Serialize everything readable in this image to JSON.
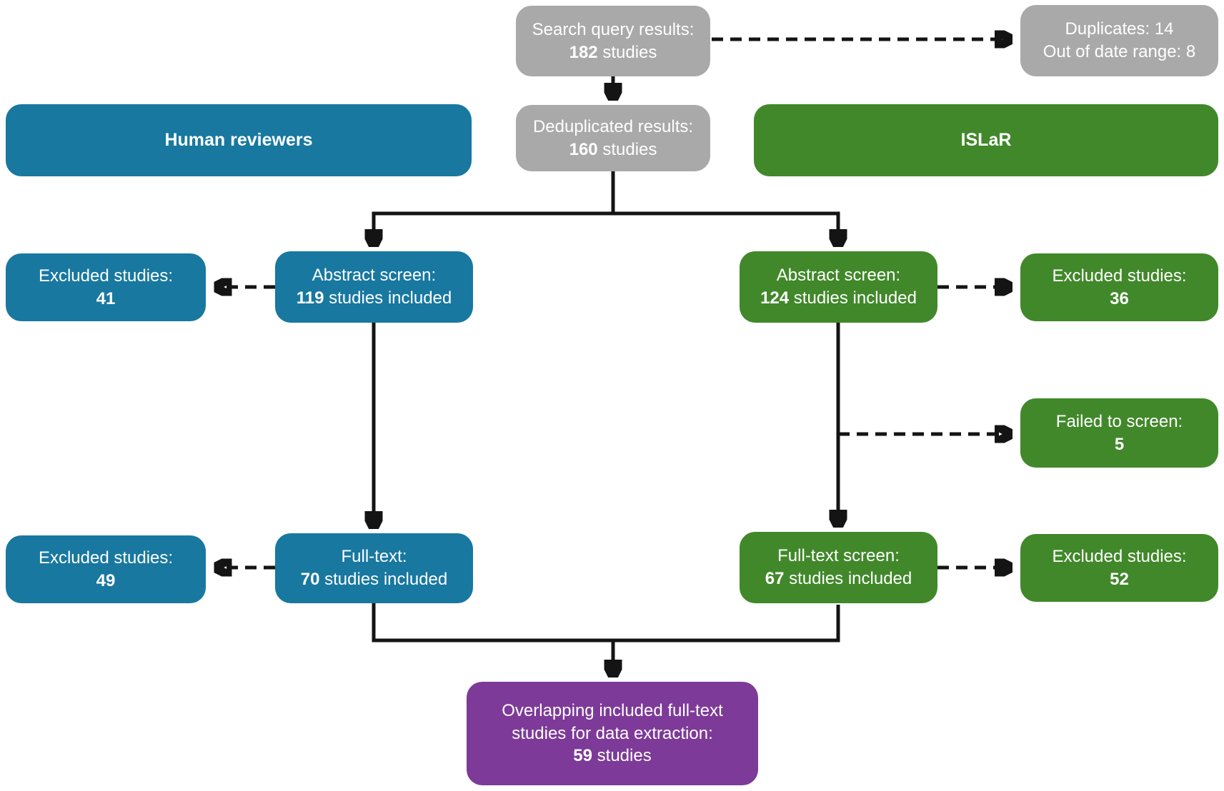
{
  "figure": {
    "description": "Study screening flow diagram comparing human reviewers and ISLaR"
  },
  "colors": {
    "gray_box": "#a9a9a9",
    "blue_box": "#1878a0",
    "green_box": "#41882a",
    "purple_box": "#7d3a98",
    "line": "#141414",
    "text": "#ffffff"
  },
  "boxes": {
    "search": {
      "title": "Search query results:",
      "value": "182",
      "suffix": "studies"
    },
    "duplicates": {
      "line1": "Duplicates: 14",
      "line2": "Out of date range: 8"
    },
    "human_header": {
      "label": "Human reviewers"
    },
    "islar_header": {
      "label": "ISLaR"
    },
    "dedup": {
      "title": "Deduplicated results:",
      "value": "160",
      "suffix": "studies"
    },
    "abstract_left": {
      "title": "Abstract screen:",
      "value": "119",
      "suffix": "studies included"
    },
    "excluded_abstract_left": {
      "title": "Excluded studies:",
      "value": "41"
    },
    "abstract_right": {
      "title": "Abstract screen:",
      "value": "124",
      "suffix": "studies included"
    },
    "excluded_abstract_right": {
      "title": "Excluded studies:",
      "value": "36"
    },
    "failed_screen": {
      "title": "Failed to screen:",
      "value": "5"
    },
    "fulltext_left": {
      "title": "Full-text:",
      "value": "70",
      "suffix": "studies included"
    },
    "excluded_fulltext_left": {
      "title": "Excluded studies:",
      "value": "49"
    },
    "fulltext_right": {
      "title": "Full-text screen:",
      "value": "67",
      "suffix": "studies included"
    },
    "excluded_fulltext_right": {
      "title": "Excluded studies:",
      "value": "52"
    },
    "final": {
      "line1": "Overlapping included full-text",
      "line2": "studies for data extraction:",
      "value": "59",
      "suffix": "studies"
    }
  }
}
